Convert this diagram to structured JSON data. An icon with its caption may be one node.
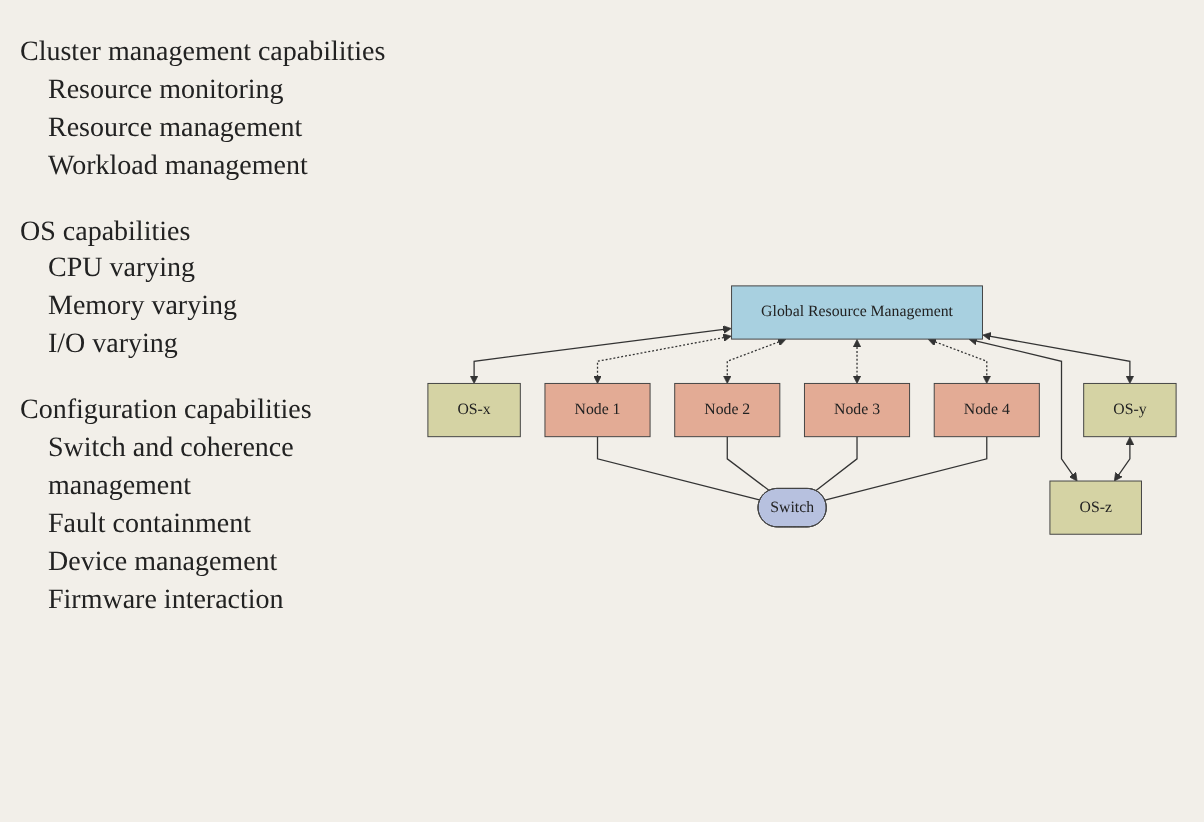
{
  "diagram": {
    "nodes": [
      {
        "text": [
          "Global Resource Management"
        ]
      },
      {
        "text": [
          "OS-x"
        ]
      },
      {
        "text": [
          "OS-y"
        ]
      },
      {
        "text": [
          "OS-z"
        ]
      },
      {
        "text": [
          "Node 1"
        ]
      },
      {
        "text": [
          "Node 2"
        ]
      },
      {
        "text": [
          "Node 3"
        ]
      },
      {
        "text": [
          "Node 4"
        ]
      },
      {
        "text": [
          "Switch"
        ]
      }
    ],
    "edges": [
      {
        "from": 0,
        "to": 1,
        "arrow": "both"
      },
      {
        "from": 0,
        "to": 4,
        "arrow": "both",
        "style": "dashed"
      },
      {
        "from": 0,
        "to": 2,
        "arrow": "both"
      },
      {
        "from": 0,
        "to": 5,
        "arrow": "both",
        "style": "dashed"
      },
      {
        "from": 0,
        "to": 6,
        "arrow": "both",
        "style": "dashed"
      },
      {
        "from": 0,
        "to": 3,
        "arrow": "both"
      },
      {
        "from": 0,
        "to": 7,
        "arrow": "both",
        "style": "dashed"
      },
      {
        "from": 2,
        "to": 3,
        "arrow": "both"
      },
      {
        "from": 4,
        "to": 8,
        "arrow": "none"
      },
      {
        "from": 5,
        "to": 8,
        "arrow": "none"
      },
      {
        "from": 6,
        "to": 8,
        "arrow": "none"
      },
      {
        "from": 7,
        "to": 8,
        "arrow": "none"
      }
    ],
    "labels": [
      "Cluster management capabilities",
      "Resource monitoring",
      "Resource management",
      "Workload management",
      "OS capabilities",
      "CPU varying",
      "Memory varying",
      "I/O varying",
      "Configuration capabilities",
      "Switch and coherence management",
      "Fault containment",
      "Device management",
      "Firmware interaction"
    ]
  }
}
